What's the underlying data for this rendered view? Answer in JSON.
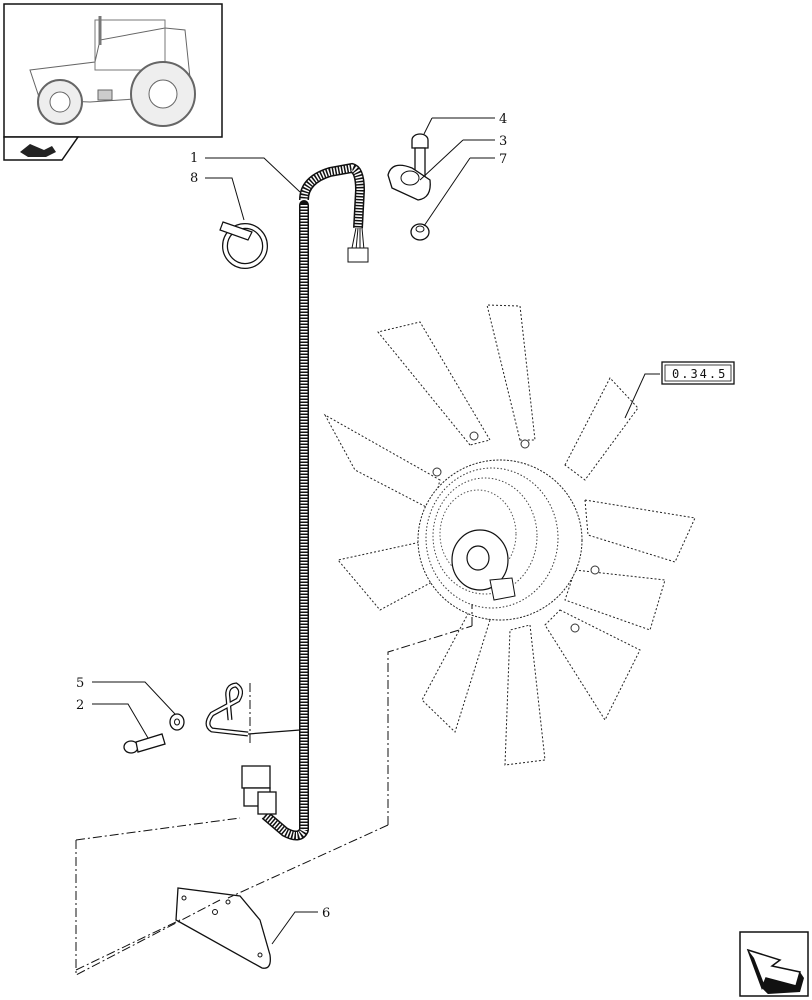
{
  "callouts": {
    "c1": "1",
    "c8": "8",
    "c4": "4",
    "c3": "3",
    "c7": "7",
    "c5": "5",
    "c2": "2",
    "c6": "6"
  },
  "reference": "0.34.5",
  "icons": {
    "thumbnail": "tractor-thumbnail",
    "nav_back": "nav-back-arrow-icon",
    "nav_next": "nav-next-arrow-icon"
  }
}
